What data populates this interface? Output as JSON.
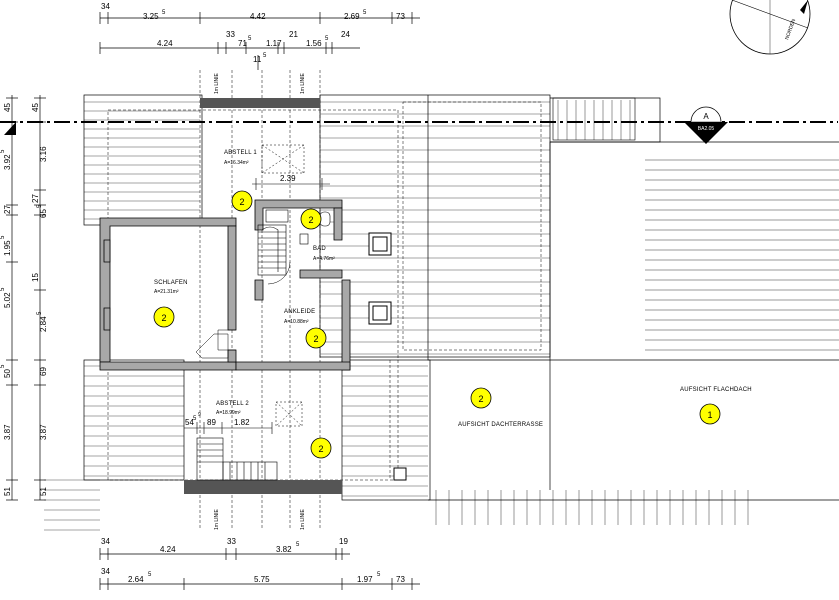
{
  "top_dims_row1": {
    "d0": "34",
    "d1": "3.25",
    "d1s": "5",
    "d2": "4.42",
    "d3": "2.69",
    "d3s": "5",
    "d4": "73"
  },
  "top_dims_row2": {
    "d0": "4.24",
    "d1": "33",
    "d2": "71",
    "d2s": "5",
    "d3": "1.17",
    "d4": "21",
    "d5": "1.56",
    "d5s": "5",
    "d6": "24",
    "d7": "11",
    "d7s": "5"
  },
  "bottom_dims_row1": {
    "d0": "34",
    "d1": "4.24",
    "d2": "33",
    "d3": "3.82",
    "d3s": "5",
    "d4": "19"
  },
  "bottom_dims_row2": {
    "d0": "34",
    "d1": "2.64",
    "d1s": "5",
    "d2": "5.75",
    "d3": "1.97",
    "d3s": "5",
    "d4": "73"
  },
  "left_dims_outer": [
    "45",
    "3.92",
    "27",
    "1.95",
    "5.02",
    "50",
    "3.87",
    "51"
  ],
  "left_dims_outer_sup": [
    "",
    "5",
    "",
    "5",
    "5",
    "5",
    "",
    ""
  ],
  "left_dims_inner": [
    "45",
    "3.16",
    "27",
    "65",
    "15",
    "2.84",
    "69",
    "3.87",
    "51"
  ],
  "left_dims_inner_sup": [
    "",
    "",
    "",
    "5",
    "",
    "5",
    "",
    "",
    ""
  ],
  "one_m_line": "1m LINIE",
  "north_label": "NORDEN",
  "section_marker": {
    "letter": "A",
    "ref": "BA2.05"
  },
  "rooms": {
    "abstell1": {
      "name": "ABSTELL 1",
      "area": "A=16.34m²"
    },
    "bad": {
      "name": "BAD",
      "area": "A=4.76m²"
    },
    "schlafen": {
      "name": "SCHLAFEN",
      "area": "A=21.31m²"
    },
    "ankleide": {
      "name": "ANKLEIDE",
      "area": "A=10.88m²"
    },
    "abstell2": {
      "name": "ABSTELL 2",
      "area": "A=18.99m²"
    }
  },
  "inner_dims": {
    "w239": "2.39",
    "d9": "9",
    "d54": "54",
    "d54s": "5",
    "d89": "89",
    "d182": "1.82"
  },
  "markers": {
    "two": "2",
    "one": "1"
  },
  "labels": {
    "terrasse": "AUFSICHT DACHTERRASSE",
    "flachdach": "AUFSICHT FLACHDACH"
  },
  "colors": {
    "wall": "#a8a8a8",
    "marker_fill": "#ffff00",
    "line": "#000000"
  }
}
